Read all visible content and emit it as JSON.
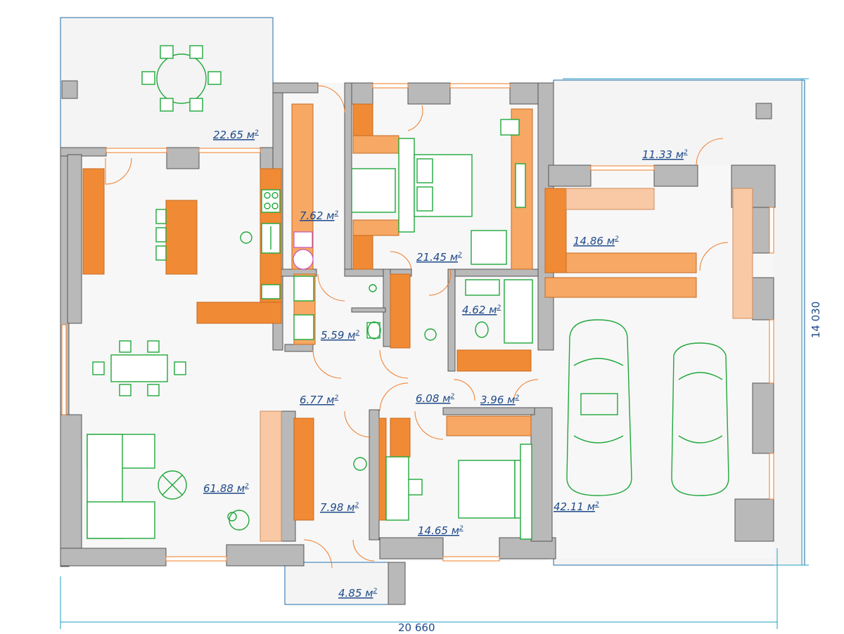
{
  "plan": {
    "areas": [
      {
        "id": "terrace-top",
        "value": "22.65",
        "unit": "м"
      },
      {
        "id": "corridor",
        "value": "7.62",
        "unit": "м"
      },
      {
        "id": "bedroom-1",
        "value": "21.45",
        "unit": "м"
      },
      {
        "id": "porch-garage",
        "value": "11.33",
        "unit": "м"
      },
      {
        "id": "storage-garage",
        "value": "14.86",
        "unit": "м"
      },
      {
        "id": "wc",
        "value": "5.59",
        "unit": "м"
      },
      {
        "id": "bathroom",
        "value": "4.62",
        "unit": "м"
      },
      {
        "id": "hall-1",
        "value": "6.77",
        "unit": "м"
      },
      {
        "id": "hall-2",
        "value": "6.08",
        "unit": "м"
      },
      {
        "id": "hall-3",
        "value": "3.96",
        "unit": "м"
      },
      {
        "id": "living-room",
        "value": "61.88",
        "unit": "м"
      },
      {
        "id": "entrance",
        "value": "7.98",
        "unit": "м"
      },
      {
        "id": "bedroom-2",
        "value": "14.65",
        "unit": "м"
      },
      {
        "id": "garage",
        "value": "42.11",
        "unit": "м"
      },
      {
        "id": "entrance-porch",
        "value": "4.85",
        "unit": "м"
      }
    ],
    "exponent": "2",
    "dimensions": {
      "width": "20 660",
      "height": "14 030"
    },
    "colors": {
      "wall": "#b9b9b9",
      "furniture_dark": "#f08a34",
      "furniture_mid": "#f6a864",
      "furniture_light": "#f8c9a4",
      "fixture_lines": "#1fa83a",
      "dimension_lines": "#1f9fc4",
      "labels": "#1f4a8a"
    }
  }
}
